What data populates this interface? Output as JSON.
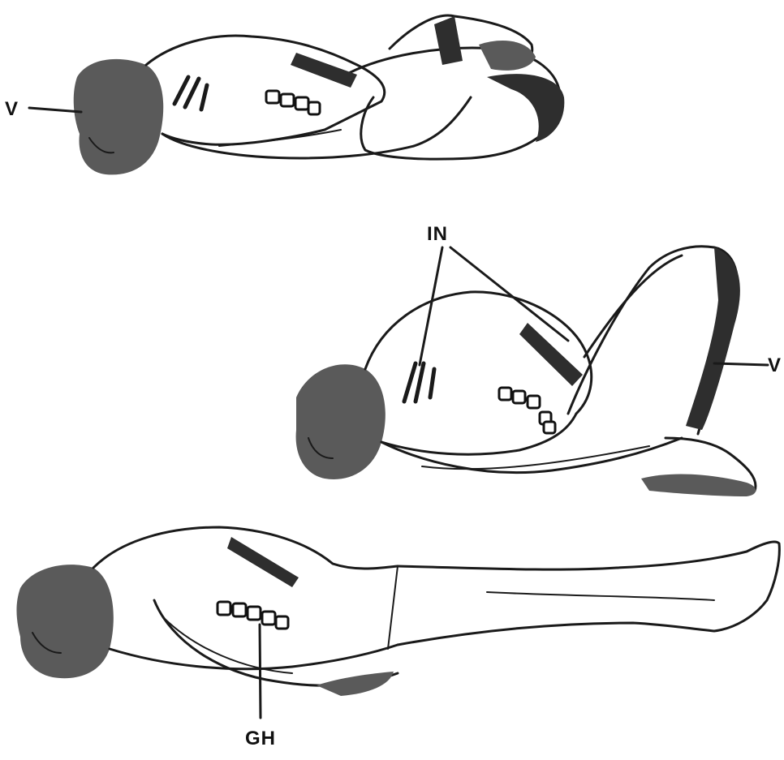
{
  "labels": {
    "top_v": "V",
    "middle_in": "IN",
    "middle_v": "V",
    "bottom_gh": "GH"
  },
  "colors": {
    "ink": "#1a1a1a",
    "shade": "#5a5a5a",
    "background": "#ffffff"
  }
}
